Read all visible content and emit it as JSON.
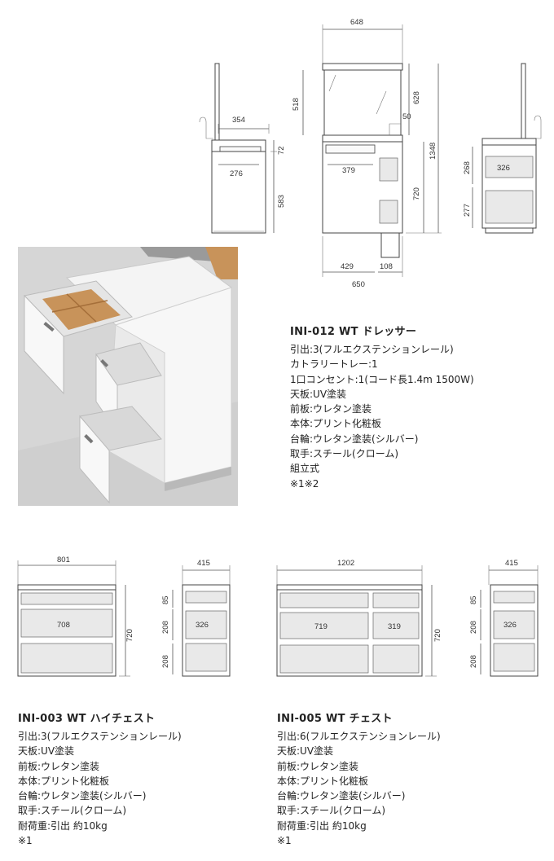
{
  "dresser": {
    "drawing": {
      "side_top_dims": [
        "354"
      ],
      "side_mid_dims": [
        "276"
      ],
      "side_right_dims": [
        "72",
        "583"
      ],
      "front_top": "648",
      "front_left": "518",
      "front_right_a": "628",
      "front_right_b": "1348",
      "front_outlet": "50",
      "front_drawer": "379",
      "front_height": "720",
      "front_bottom_a": "429",
      "front_bottom_b": "108",
      "front_bottom_total": "650",
      "right_dims": [
        "268",
        "277"
      ],
      "right_drawer": "326"
    },
    "title": "INI-012 WT ドレッサー",
    "specs": [
      "引出:3(フルエクステンションレール)",
      "カトラリートレー:1",
      "1口コンセント:1(コード長1.4m 1500W)",
      "天板:UV塗装",
      "前板:ウレタン塗装",
      "本体:プリント化粧板",
      "台輪:ウレタン塗装(シルバー)",
      "取手:スチール(クローム)",
      "組立式",
      "※1※2"
    ]
  },
  "high_chest": {
    "drawing": {
      "front_width": "801",
      "front_drawer": "708",
      "front_height": "720",
      "side_width": "415",
      "side_dims": [
        "85",
        "208",
        "208"
      ],
      "side_drawer": "326"
    },
    "title": "INI-003 WT ハイチェスト",
    "specs": [
      "引出:3(フルエクステンションレール)",
      "天板:UV塗装",
      "前板:ウレタン塗装",
      "本体:プリント化粧板",
      "台輪:ウレタン塗装(シルバー)",
      "取手:スチール(クローム)",
      "耐荷重:引出 約10kg",
      "※1"
    ]
  },
  "chest": {
    "drawing": {
      "front_width": "1202",
      "front_drawer_left": "719",
      "front_drawer_right": "319",
      "front_height": "720",
      "side_width": "415",
      "side_dims": [
        "85",
        "208",
        "208"
      ],
      "side_drawer": "326"
    },
    "title": "INI-005 WT チェスト",
    "specs": [
      "引出:6(フルエクステンションレール)",
      "天板:UV塗装",
      "前板:ウレタン塗装",
      "本体:プリント化粧板",
      "台輪:ウレタン塗装(シルバー)",
      "取手:スチール(クローム)",
      "耐荷重:引出 約10kg",
      "※1"
    ]
  },
  "colors": {
    "line": "#555555",
    "panel": "#e9e9e9",
    "photo_bg": "#d8d8d8",
    "wood": "#c8935a"
  }
}
